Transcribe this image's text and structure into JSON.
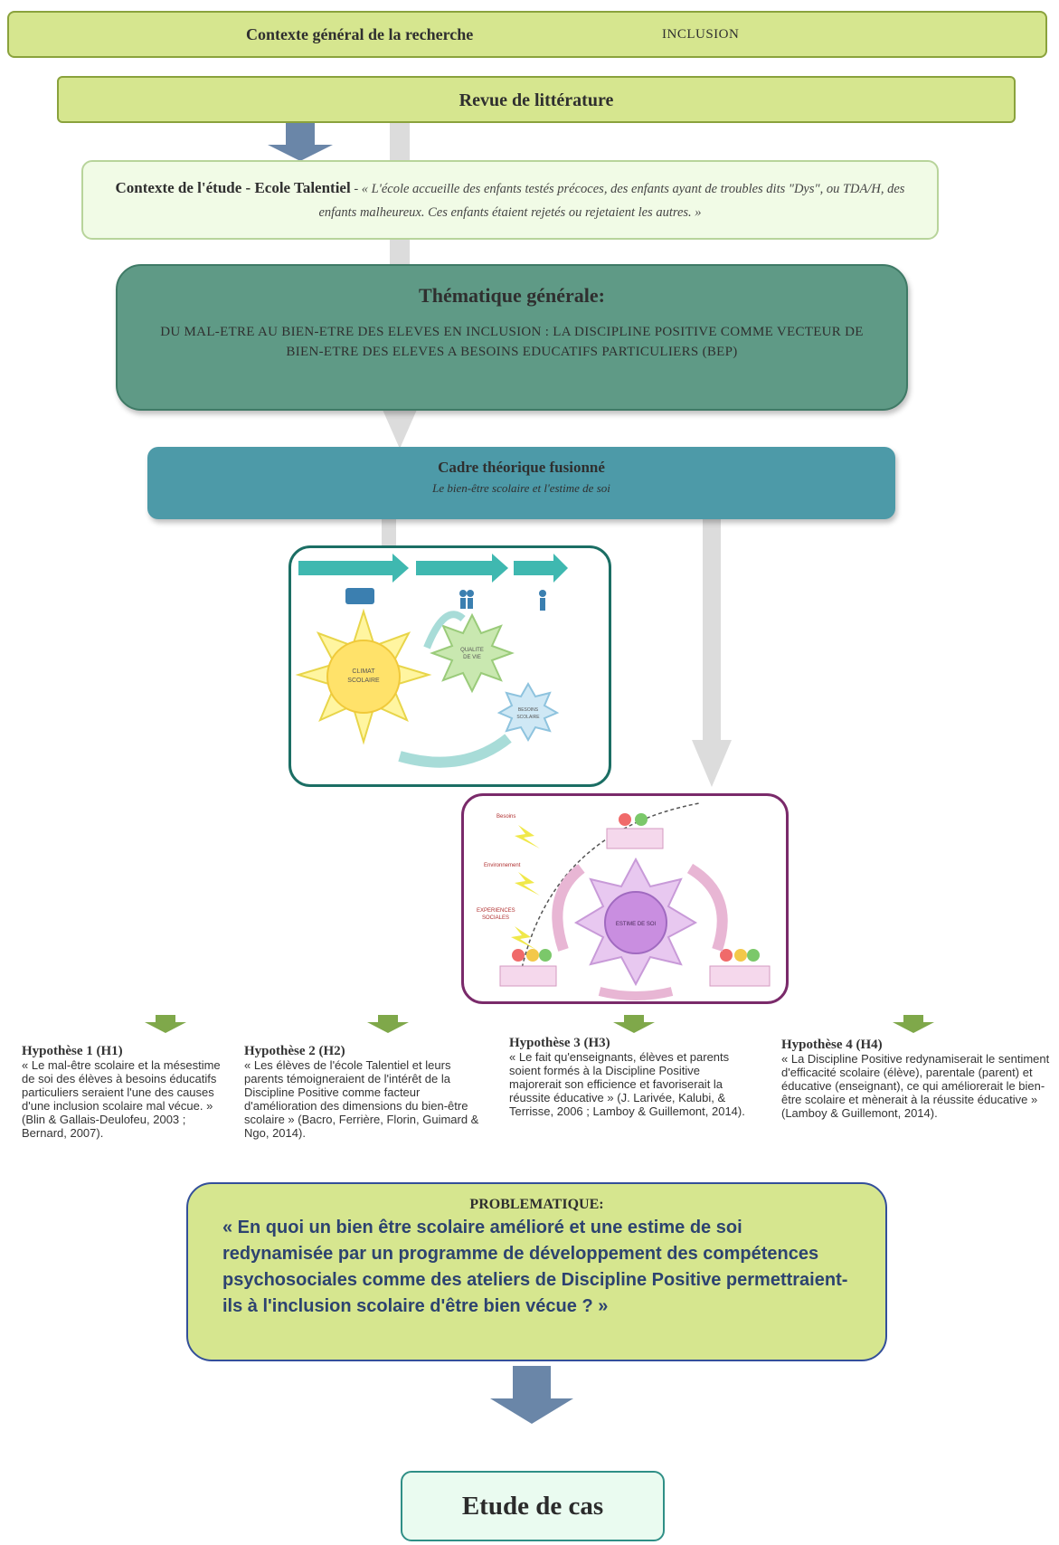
{
  "top_bar": {
    "title": "Contexte général de la recherche",
    "tag": "INCLUSION"
  },
  "literature": {
    "label": "Revue de littérature"
  },
  "context": {
    "title": "Contexte de l'étude  -  Ecole Talentiel",
    "quote": "- « L'école accueille des enfants testés précoces, des enfants ayant de troubles dits \"Dys\", ou TDA/H, des enfants malheureux. Ces enfants étaient rejetés ou rejetaient les autres. »"
  },
  "theme": {
    "title": "Thématique générale:",
    "body": "DU MAL-ETRE AU BIEN-ETRE DES ELEVES EN INCLUSION : LA DISCIPLINE POSITIVE COMME VECTEUR DE BIEN-ETRE DES ELEVES A BESOINS EDUCATIFS PARTICULIERS (BEP)"
  },
  "framework": {
    "title": "Cadre théorique fusionné",
    "subtitle": "Le bien-être scolaire et l'estime de soi"
  },
  "image1": {
    "sun_label_1": "CLIMAT",
    "sun_label_2": "SCOLAIRE",
    "quality_1": "QUALITE",
    "quality_2": "DE VIE",
    "besoins_1": "BESOINS",
    "besoins_2": "SCOLAIRE"
  },
  "image2": {
    "center_label": "ESTIME DE SOI",
    "side_1": "Besoins",
    "side_2": "Environnement",
    "side_3": "EXPERIENCES",
    "side_4": "SOCIALES"
  },
  "hypotheses": [
    {
      "title": "Hypothèse 1 (H1)",
      "text": "« Le mal-être scolaire et la mésestime de soi des élèves à besoins éducatifs particuliers seraient l'une des causes d'une inclusion scolaire mal vécue. » (Blin & Gallais-Deulofeu, 2003 ; Bernard, 2007)."
    },
    {
      "title": "Hypothèse 2 (H2)",
      "text": "« Les élèves de l'école Talentiel et leurs parents témoigneraient de l'intérêt de la Discipline Positive comme facteur d'amélioration des dimensions du bien-être scolaire » (Bacro, Ferrière, Florin, Guimard & Ngo, 2014)."
    },
    {
      "title": "Hypothèse 3 (H3)",
      "text": "« Le fait qu'enseignants, élèves et parents soient formés à la Discipline Positive majorerait son efficience et favoriserait la réussite éducative » (J. Larivée, Kalubi, & Terrisse, 2006 ; Lamboy & Guillemont, 2014)."
    },
    {
      "title": "Hypothèse 4 (H4)",
      "text": "« La Discipline Positive redynamiserait le sentiment d'efficacité scolaire (élève), parentale (parent) et éducative (enseignant), ce qui améliorerait le bien-être scolaire et mènerait à la réussite éducative » (Lamboy & Guillemont, 2014)."
    }
  ],
  "problem": {
    "title": "PROBLEMATIQUE:",
    "text": "« En quoi un bien être scolaire amélioré et une estime de soi redynamisée par un programme de développement des compétences psychosociales comme des ateliers de Discipline Positive permettraient-ils à l'inclusion scolaire d'être bien vécue ? »"
  },
  "case_study": {
    "label": "Etude de cas"
  },
  "colors": {
    "lime": "#d6e68f",
    "teal": "#5f9a86",
    "blue_teal": "#4d9aa8",
    "navy_text": "#2d4370",
    "arrow": "#6a86a8"
  }
}
